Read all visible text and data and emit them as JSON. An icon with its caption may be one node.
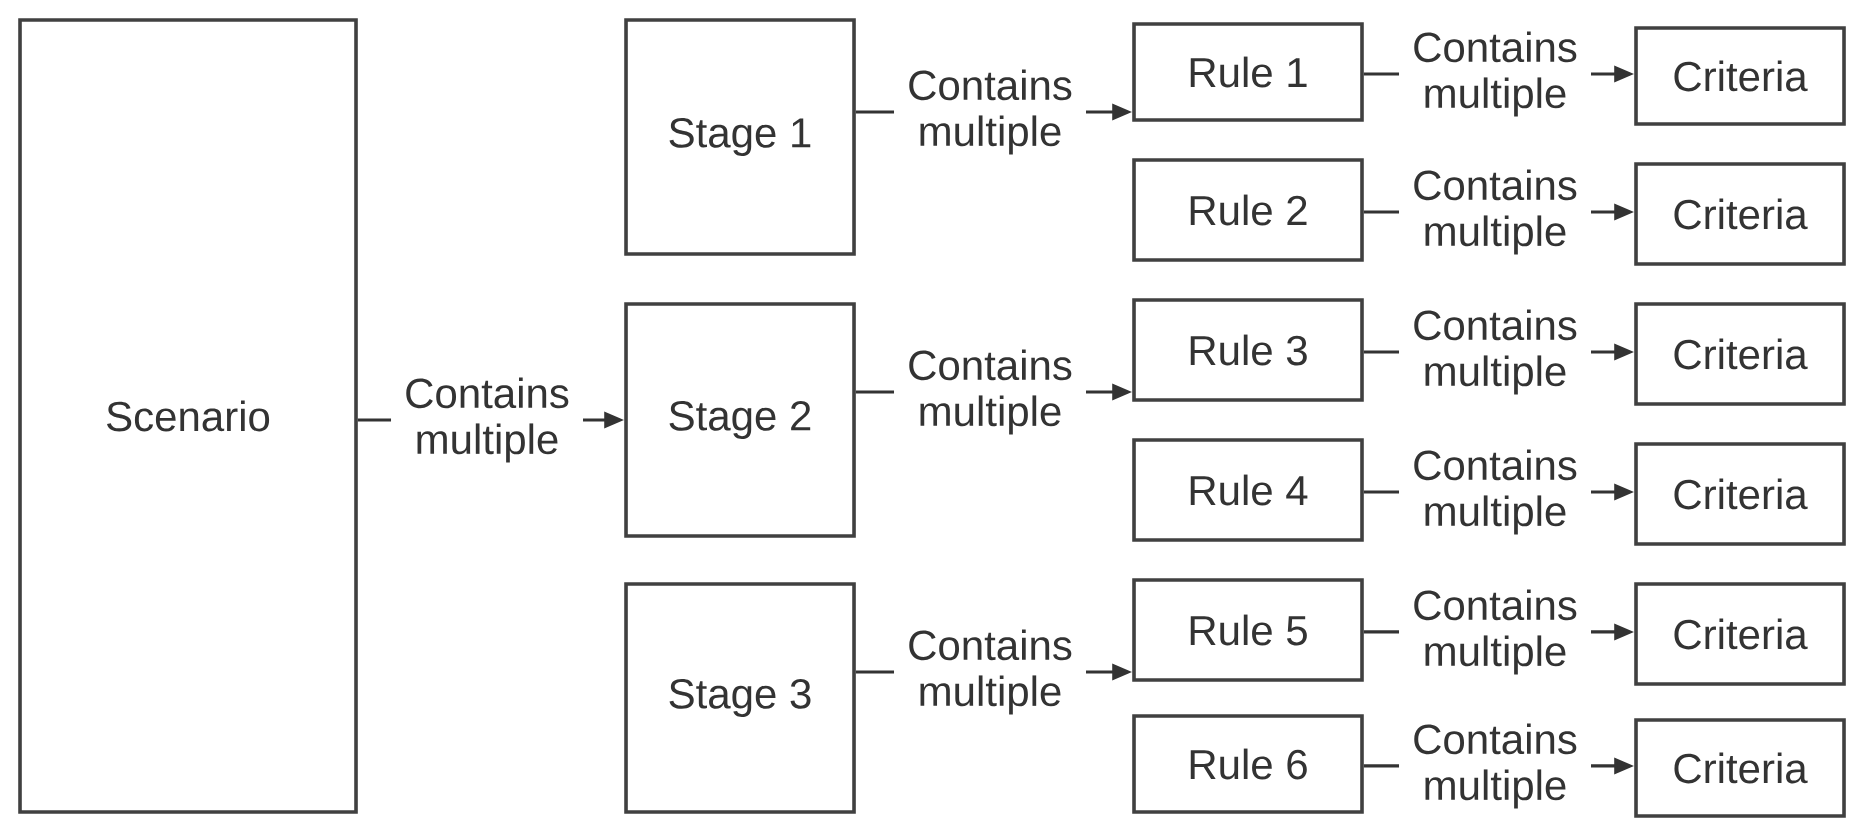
{
  "diagram": {
    "nodes": [
      {
        "text": [
          "Scenario"
        ]
      },
      {
        "text": [
          "Stage 1"
        ]
      },
      {
        "text": [
          "Stage 2"
        ]
      },
      {
        "text": [
          "Stage 3"
        ]
      },
      {
        "text": [
          "Rule 1"
        ]
      },
      {
        "text": [
          "Rule 2"
        ]
      },
      {
        "text": [
          "Rule 3"
        ]
      },
      {
        "text": [
          "Rule 4"
        ]
      },
      {
        "text": [
          "Rule 5"
        ]
      },
      {
        "text": [
          "Rule 6"
        ]
      },
      {
        "text": [
          "Criteria"
        ]
      },
      {
        "text": [
          "Criteria"
        ]
      },
      {
        "text": [
          "Criteria"
        ]
      },
      {
        "text": [
          "Criteria"
        ]
      },
      {
        "text": [
          "Criteria"
        ]
      },
      {
        "text": [
          "Criteria"
        ]
      }
    ],
    "edges": [
      {
        "from": 0,
        "to": 2,
        "arrow": "to",
        "label": "Contains multiple"
      },
      {
        "from": 1,
        "to": 4,
        "arrow": "to",
        "label": "Contains multiple"
      },
      {
        "from": 2,
        "to": 6,
        "arrow": "to",
        "label": "Contains multiple"
      },
      {
        "from": 3,
        "to": 8,
        "arrow": "to",
        "label": "Contains multiple"
      },
      {
        "from": 4,
        "to": 10,
        "arrow": "to",
        "label": "Contains multiple"
      },
      {
        "from": 5,
        "to": 11,
        "arrow": "to",
        "label": "Contains multiple"
      },
      {
        "from": 6,
        "to": 12,
        "arrow": "to",
        "label": "Contains multiple"
      },
      {
        "from": 7,
        "to": 13,
        "arrow": "to",
        "label": "Contains multiple"
      },
      {
        "from": 8,
        "to": 14,
        "arrow": "to",
        "label": "Contains multiple"
      },
      {
        "from": 9,
        "to": 15,
        "arrow": "to",
        "label": "Contains multiple"
      }
    ]
  }
}
